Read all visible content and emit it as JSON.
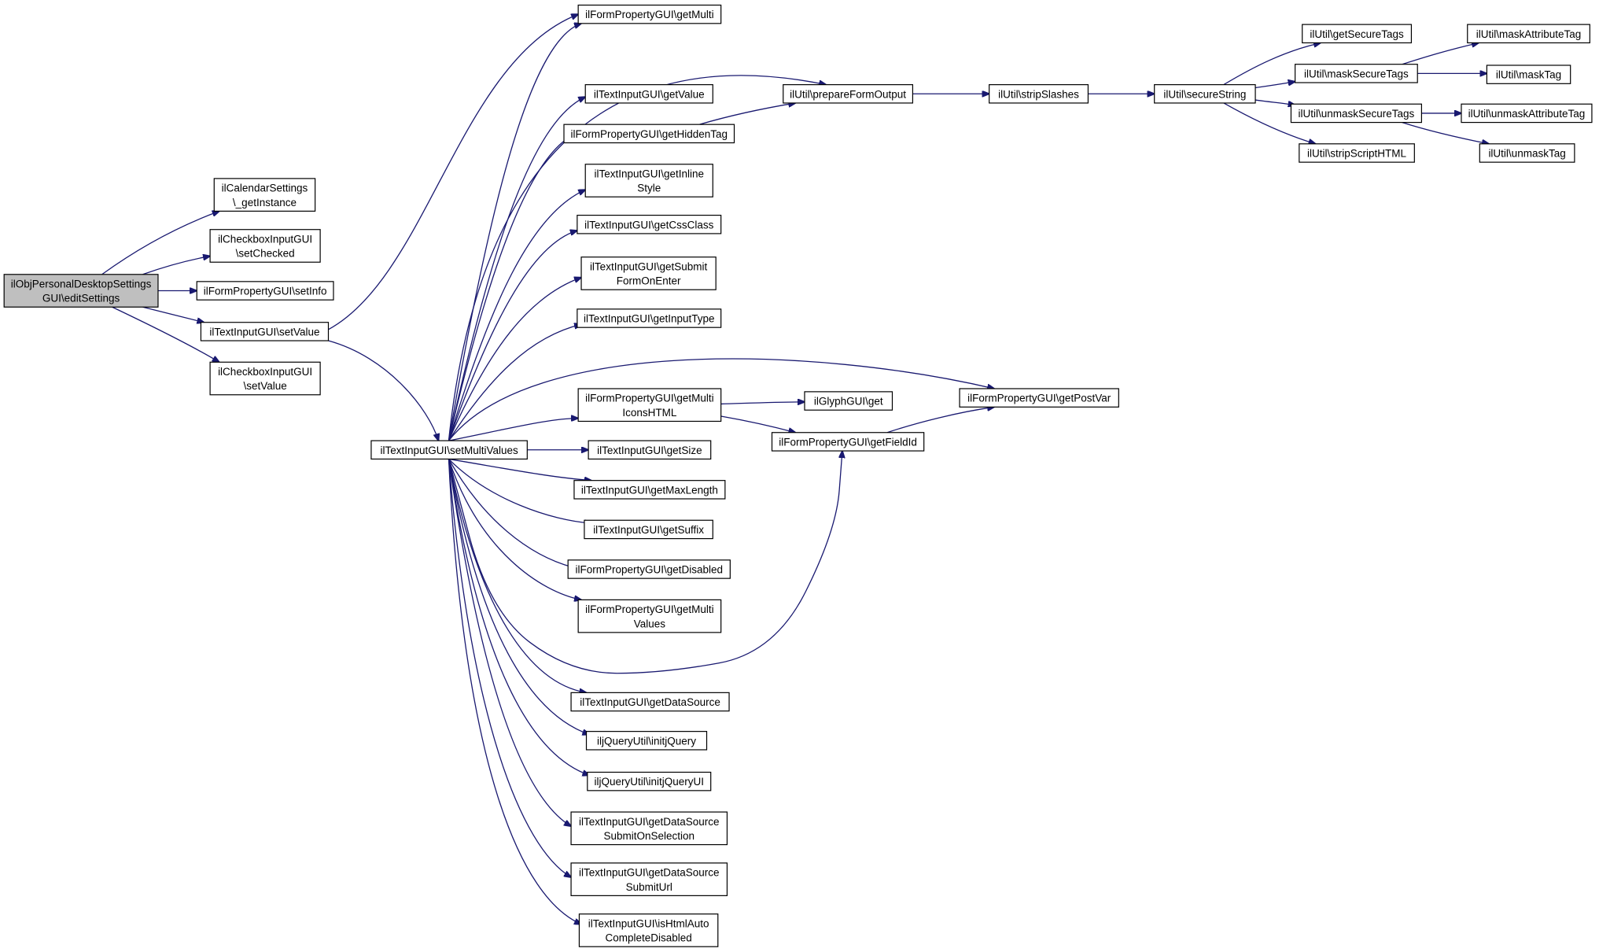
{
  "diagram": {
    "type": "call-graph",
    "edge_color": "#191970",
    "root_fill": "#bfbfbf",
    "nodes": [
      {
        "id": "root",
        "label": [
          "ilObjPersonalDesktopSettings",
          "GUI\\editSettings"
        ]
      },
      {
        "id": "calGetInstance",
        "label": [
          "ilCalendarSettings",
          "\\_getInstance"
        ]
      },
      {
        "id": "cbSetChecked",
        "label": [
          "ilCheckboxInputGUI",
          "\\setChecked"
        ]
      },
      {
        "id": "fpSetInfo",
        "label": [
          "ilFormPropertyGUI\\setInfo"
        ]
      },
      {
        "id": "tiSetValue",
        "label": [
          "ilTextInputGUI\\setValue"
        ]
      },
      {
        "id": "cbSetValue",
        "label": [
          "ilCheckboxInputGUI",
          "\\setValue"
        ]
      },
      {
        "id": "tiSetMultiValues",
        "label": [
          "ilTextInputGUI\\setMultiValues"
        ]
      },
      {
        "id": "fpGetMulti",
        "label": [
          "ilFormPropertyGUI\\getMulti"
        ]
      },
      {
        "id": "tiGetValue",
        "label": [
          "ilTextInputGUI\\getValue"
        ]
      },
      {
        "id": "fpGetHiddenTag",
        "label": [
          "ilFormPropertyGUI\\getHiddenTag"
        ]
      },
      {
        "id": "tiGetInlineStyle",
        "label": [
          "ilTextInputGUI\\getInline",
          "Style"
        ]
      },
      {
        "id": "tiGetCssClass",
        "label": [
          "ilTextInputGUI\\getCssClass"
        ]
      },
      {
        "id": "tiGetSubmitFormOnEnter",
        "label": [
          "ilTextInputGUI\\getSubmit",
          "FormOnEnter"
        ]
      },
      {
        "id": "tiGetInputType",
        "label": [
          "ilTextInputGUI\\getInputType"
        ]
      },
      {
        "id": "fpGetMultiIconsHTML",
        "label": [
          "ilFormPropertyGUI\\getMulti",
          "IconsHTML"
        ]
      },
      {
        "id": "tiGetSize",
        "label": [
          "ilTextInputGUI\\getSize"
        ]
      },
      {
        "id": "tiGetMaxLength",
        "label": [
          "ilTextInputGUI\\getMaxLength"
        ]
      },
      {
        "id": "tiGetSuffix",
        "label": [
          "ilTextInputGUI\\getSuffix"
        ]
      },
      {
        "id": "fpGetDisabled",
        "label": [
          "ilFormPropertyGUI\\getDisabled"
        ]
      },
      {
        "id": "fpGetMultiValues",
        "label": [
          "ilFormPropertyGUI\\getMulti",
          "Values"
        ]
      },
      {
        "id": "tiGetDataSource",
        "label": [
          "ilTextInputGUI\\getDataSource"
        ]
      },
      {
        "id": "jqInitjQuery",
        "label": [
          "iljQueryUtil\\initjQuery"
        ]
      },
      {
        "id": "jqInitjQueryUI",
        "label": [
          "iljQueryUtil\\initjQueryUI"
        ]
      },
      {
        "id": "tiGetDataSourceSubmitOnSelection",
        "label": [
          "ilTextInputGUI\\getDataSource",
          "SubmitOnSelection"
        ]
      },
      {
        "id": "tiGetDataSourceSubmitUrl",
        "label": [
          "ilTextInputGUI\\getDataSource",
          "SubmitUrl"
        ]
      },
      {
        "id": "tiIsHtmlAutoCompleteDisabled",
        "label": [
          "ilTextInputGUI\\isHtmlAuto",
          "CompleteDisabled"
        ]
      },
      {
        "id": "utilPrepareFormOutput",
        "label": [
          "ilUtil\\prepareFormOutput"
        ]
      },
      {
        "id": "glyphGet",
        "label": [
          "ilGlyphGUI\\get"
        ]
      },
      {
        "id": "fpGetFieldId",
        "label": [
          "ilFormPropertyGUI\\getFieldId"
        ]
      },
      {
        "id": "fpGetPostVar",
        "label": [
          "ilFormPropertyGUI\\getPostVar"
        ]
      },
      {
        "id": "utilStripSlashes",
        "label": [
          "ilUtil\\stripSlashes"
        ]
      },
      {
        "id": "utilSecureString",
        "label": [
          "ilUtil\\secureString"
        ]
      },
      {
        "id": "utilGetSecureTags",
        "label": [
          "ilUtil\\getSecureTags"
        ]
      },
      {
        "id": "utilMaskSecureTags",
        "label": [
          "ilUtil\\maskSecureTags"
        ]
      },
      {
        "id": "utilUnmaskSecureTags",
        "label": [
          "ilUtil\\unmaskSecureTags"
        ]
      },
      {
        "id": "utilStripScriptHTML",
        "label": [
          "ilUtil\\stripScriptHTML"
        ]
      },
      {
        "id": "utilMaskAttributeTag",
        "label": [
          "ilUtil\\maskAttributeTag"
        ]
      },
      {
        "id": "utilMaskTag",
        "label": [
          "ilUtil\\maskTag"
        ]
      },
      {
        "id": "utilUnmaskAttributeTag",
        "label": [
          "ilUtil\\unmaskAttributeTag"
        ]
      },
      {
        "id": "utilUnmaskTag",
        "label": [
          "ilUtil\\unmaskTag"
        ]
      }
    ],
    "edges": [
      [
        "root",
        "calGetInstance"
      ],
      [
        "root",
        "cbSetChecked"
      ],
      [
        "root",
        "fpSetInfo"
      ],
      [
        "root",
        "tiSetValue"
      ],
      [
        "root",
        "cbSetValue"
      ],
      [
        "tiSetValue",
        "fpGetMulti"
      ],
      [
        "tiSetValue",
        "tiSetMultiValues"
      ],
      [
        "tiSetMultiValues",
        "fpGetMulti"
      ],
      [
        "tiSetMultiValues",
        "utilPrepareFormOutput"
      ],
      [
        "tiSetMultiValues",
        "tiGetValue"
      ],
      [
        "tiSetMultiValues",
        "fpGetHiddenTag"
      ],
      [
        "tiSetMultiValues",
        "tiGetInlineStyle"
      ],
      [
        "tiSetMultiValues",
        "tiGetCssClass"
      ],
      [
        "tiSetMultiValues",
        "tiGetSubmitFormOnEnter"
      ],
      [
        "tiSetMultiValues",
        "tiGetInputType"
      ],
      [
        "tiSetMultiValues",
        "fpGetPostVar"
      ],
      [
        "tiSetMultiValues",
        "fpGetMultiIconsHTML"
      ],
      [
        "tiSetMultiValues",
        "tiGetSize"
      ],
      [
        "tiSetMultiValues",
        "tiGetMaxLength"
      ],
      [
        "tiSetMultiValues",
        "tiGetSuffix"
      ],
      [
        "tiSetMultiValues",
        "fpGetDisabled"
      ],
      [
        "tiSetMultiValues",
        "fpGetMultiValues"
      ],
      [
        "tiSetMultiValues",
        "fpGetFieldId"
      ],
      [
        "tiSetMultiValues",
        "tiGetDataSource"
      ],
      [
        "tiSetMultiValues",
        "jqInitjQuery"
      ],
      [
        "tiSetMultiValues",
        "jqInitjQueryUI"
      ],
      [
        "tiSetMultiValues",
        "tiGetDataSourceSubmitOnSelection"
      ],
      [
        "tiSetMultiValues",
        "tiGetDataSourceSubmitUrl"
      ],
      [
        "tiSetMultiValues",
        "tiIsHtmlAutoCompleteDisabled"
      ],
      [
        "fpGetHiddenTag",
        "utilPrepareFormOutput"
      ],
      [
        "fpGetMultiIconsHTML",
        "glyphGet"
      ],
      [
        "fpGetMultiIconsHTML",
        "fpGetFieldId"
      ],
      [
        "fpGetFieldId",
        "fpGetPostVar"
      ],
      [
        "utilPrepareFormOutput",
        "utilStripSlashes"
      ],
      [
        "utilStripSlashes",
        "utilSecureString"
      ],
      [
        "utilSecureString",
        "utilGetSecureTags"
      ],
      [
        "utilSecureString",
        "utilMaskSecureTags"
      ],
      [
        "utilSecureString",
        "utilUnmaskSecureTags"
      ],
      [
        "utilSecureString",
        "utilStripScriptHTML"
      ],
      [
        "utilMaskSecureTags",
        "utilMaskAttributeTag"
      ],
      [
        "utilMaskSecureTags",
        "utilMaskTag"
      ],
      [
        "utilUnmaskSecureTags",
        "utilUnmaskAttributeTag"
      ],
      [
        "utilUnmaskSecureTags",
        "utilUnmaskTag"
      ]
    ]
  }
}
